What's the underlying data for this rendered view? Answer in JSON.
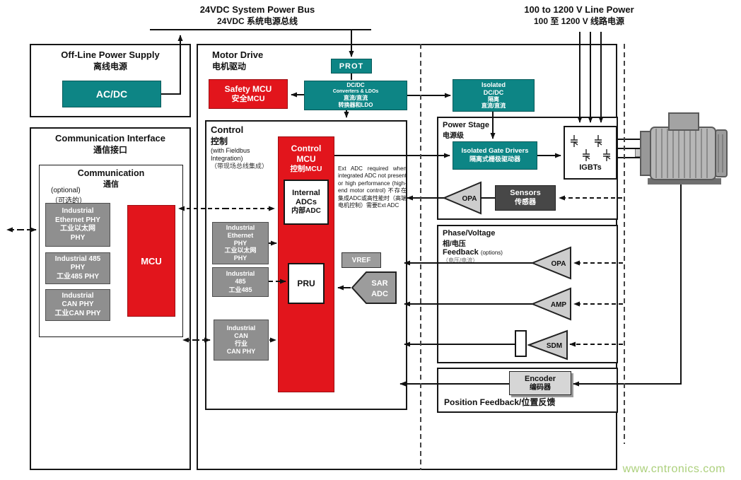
{
  "colors": {
    "teal": "#0d8585",
    "red": "#e2151c",
    "block_gray": "#8f8f8f",
    "dark_gray": "#474747",
    "triangle_gray": "#cdcdcd",
    "watermark_green": "#a3cb6e"
  },
  "watermark": "www.cntronics.com",
  "top": {
    "bus_en": "24VDC System Power Bus",
    "bus_zh": "24VDC 系统电源总线",
    "line_en": "100 to 1200 V Line Power",
    "line_zh": "100 至 1200 V 线路电源"
  },
  "offline": {
    "title_en": "Off-Line Power Supply",
    "title_zh": "离线电源",
    "acdc": "AC/DC"
  },
  "comm_if": {
    "title_en": "Communication Interface",
    "title_zh": "通信接口",
    "inner_title_en": "Communication",
    "inner_title_zh": "通信",
    "optional_en": "(optional)",
    "optional_zh": "（可选的）",
    "phys": [
      {
        "lines": [
          "Industrial",
          "Ethernet PHY",
          "工业以太网",
          "PHY"
        ]
      },
      {
        "lines": [
          "Industrial 485",
          "PHY",
          "工业485 PHY"
        ]
      },
      {
        "lines": [
          "Industrial",
          "CAN PHY",
          "工业CAN PHY"
        ]
      }
    ],
    "mcu": "MCU"
  },
  "drive": {
    "title_en": "Motor Drive",
    "title_zh": "电机驱动",
    "safety_en": "Safety MCU",
    "safety_zh": "安全MCU",
    "prot": "PROT",
    "dcdc_lines": [
      "DC/DC",
      "Converters & LDOs",
      "直流/直流",
      "转换器和LDO"
    ],
    "iso_dcdc_lines": [
      "Isolated",
      "DC/DC",
      "隔离",
      "直流/直流"
    ]
  },
  "control": {
    "title_en": "Control",
    "title_zh": "控制",
    "fieldbus_en": "(with Fieldbus Integration)",
    "fieldbus_zh": "（带现场总线集成）",
    "mcu_l1": "Control",
    "mcu_l2": "MCU",
    "mcu_zh": "控制MCU",
    "adc_l1": "Internal",
    "adc_l2": "ADCs",
    "adc_zh": "内部ADC",
    "pru": "PRU",
    "eth_lines": [
      "Industrial",
      "Ethernet",
      "PHY",
      "工业以太网",
      "PHY"
    ],
    "rs485_lines": [
      "Industrial",
      "485",
      "工业485"
    ],
    "can_lines": [
      "Industrial",
      "CAN",
      "行业",
      "CAN PHY"
    ],
    "ext_note_en": "Ext ADC required when integrated ADC not present or high performance (high-end motor control)",
    "ext_note_zh": "不存在集成ADC或高性能时（高端电机控制）需要Ext ADC",
    "vref": "VREF",
    "sar_l1": "SAR",
    "sar_l2": "ADC"
  },
  "power_stage": {
    "title_en": "Power Stage",
    "title_zh": "电源级",
    "gate_en": "Isolated Gate Drivers",
    "gate_zh": "隔离式栅极驱动器",
    "igbts": "IGBTs",
    "opa": "OPA",
    "sensors_en": "Sensors",
    "sensors_zh": "传感器"
  },
  "feedback": {
    "title_l1": "Phase/Voltage",
    "title_l2": "相/电压",
    "title_l3": "Feedback",
    "title_options": "(options)",
    "title_zh": "（电压/电流）",
    "opa": "OPA",
    "amp": "AMP",
    "sdm": "SDM"
  },
  "position": {
    "title": "Position Feedback/位置反馈",
    "encoder_en": "Encoder",
    "encoder_zh": "编码器"
  }
}
